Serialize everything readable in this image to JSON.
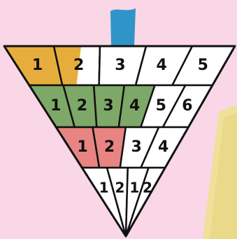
{
  "colors": {
    "background": "#f9d7e6",
    "wall_paper": "#efe09a",
    "pencil": "#2f95c9",
    "outline": "#111111",
    "cell": "#ffffff",
    "shade_whole": "#e7ad3c",
    "shade_sixths": "#7ea867",
    "shade_quarters": "#e88582"
  },
  "pyramid": {
    "rows": [
      {
        "name": "row-fifths",
        "labels": [
          "1",
          "2",
          "3",
          "4",
          "5"
        ],
        "shaded": 1.5,
        "shade_color": "shade_whole"
      },
      {
        "name": "row-sixths",
        "labels": [
          "1",
          "2",
          "3",
          "4",
          "5",
          "6"
        ],
        "shaded": 4,
        "shade_color": "shade_sixths"
      },
      {
        "name": "row-quarters",
        "labels": [
          "1",
          "2",
          "3",
          "4"
        ],
        "shaded": 2,
        "shade_color": "shade_quarters"
      },
      {
        "name": "row-halves",
        "labels": [
          "1",
          "2",
          "1",
          "2"
        ],
        "shaded": 0,
        "shade_color": "shade_whole"
      }
    ]
  }
}
